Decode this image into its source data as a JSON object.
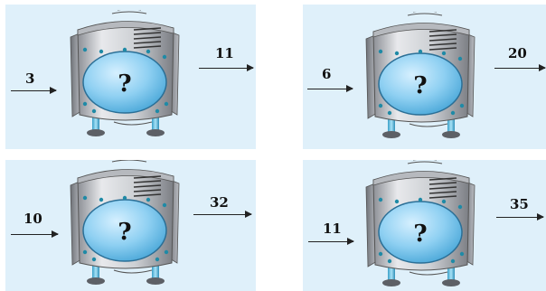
{
  "panels": [
    {
      "input": "3",
      "output": "11",
      "symbol": "?"
    },
    {
      "input": "6",
      "output": "20",
      "symbol": "?"
    },
    {
      "input": "10",
      "output": "32",
      "symbol": "?"
    },
    {
      "input": "11",
      "output": "35",
      "symbol": "?"
    }
  ],
  "colors": {
    "panel_bg": "#dff0fa",
    "screen": "#7cc4ea",
    "body": "#c9ccd1",
    "bolt": "#1f8aa6"
  }
}
